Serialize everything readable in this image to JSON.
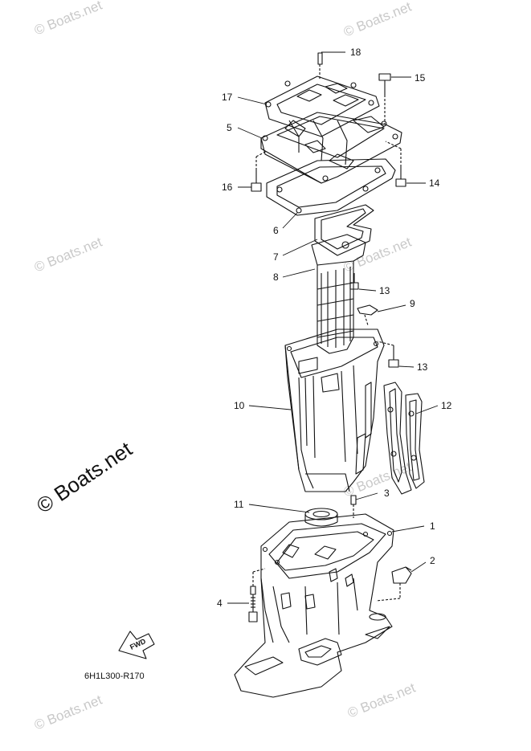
{
  "diagram": {
    "drawing_code": "6H1L300-R170",
    "fwd_label": "FWD",
    "part_numbers": [
      "18",
      "15",
      "17",
      "5",
      "16",
      "14",
      "6",
      "7",
      "8",
      "13",
      "9",
      "13",
      "10",
      "12",
      "3",
      "11",
      "1",
      "2",
      "4"
    ]
  },
  "watermarks": {
    "small": "© Boats.net",
    "large": "© Boats.net"
  }
}
